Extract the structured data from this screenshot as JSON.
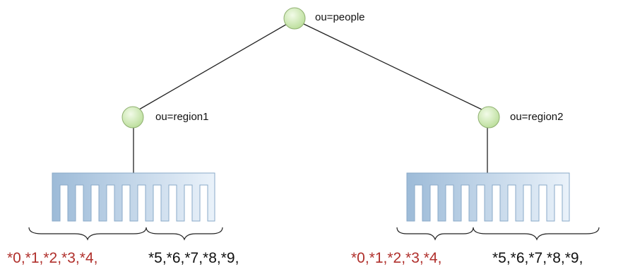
{
  "tree": {
    "root": {
      "label": "ou=people"
    },
    "left": {
      "label": "ou=region1",
      "ranges": {
        "highlighted": "*0,*1,*2,*3,*4,",
        "normal": "*5,*6,*7,*8,*9,"
      }
    },
    "right": {
      "label": "ou=region2",
      "ranges": {
        "highlighted": "*0,*1,*2,*3,*4,",
        "normal": "*5,*6,*7,*8,*9,"
      }
    }
  },
  "colors": {
    "highlight_text": "#b0302c",
    "normal_text": "#111111",
    "edge": "#222222",
    "node_fill_light": "#f2fbe8",
    "node_fill_dark": "#b9dd98",
    "node_stroke": "#8fb070",
    "index_fill_dark": "#9dbbd8",
    "index_fill_light": "#e8f1fa",
    "index_stroke": "#8aaac8"
  }
}
